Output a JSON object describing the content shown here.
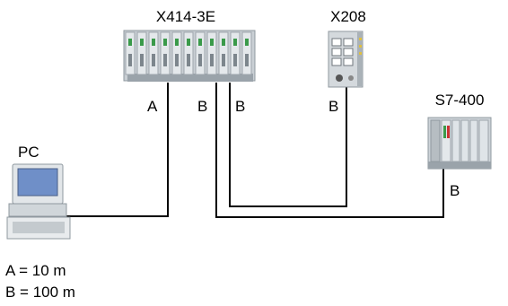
{
  "devices": {
    "x414": {
      "label": "X414-3E"
    },
    "x208": {
      "label": "X208"
    },
    "s7": {
      "label": "S7-400"
    },
    "pc": {
      "label": "PC"
    }
  },
  "cables": {
    "pc_x414": {
      "tag": "A"
    },
    "x414_s7": {
      "tag": "B"
    },
    "x414_x208": {
      "tag": "B"
    },
    "x208_tag": {
      "tag": "B"
    },
    "s7_tag": {
      "tag": "B"
    }
  },
  "legend": [
    {
      "text": "A = 10 m"
    },
    {
      "text": "B = 100 m"
    }
  ],
  "colors": {
    "line": "#000000",
    "device_body": "#dfe4e8",
    "device_shadow": "#9aa3aa",
    "accent_green": "#3a9a4a",
    "screen": "#6f8fc8"
  }
}
